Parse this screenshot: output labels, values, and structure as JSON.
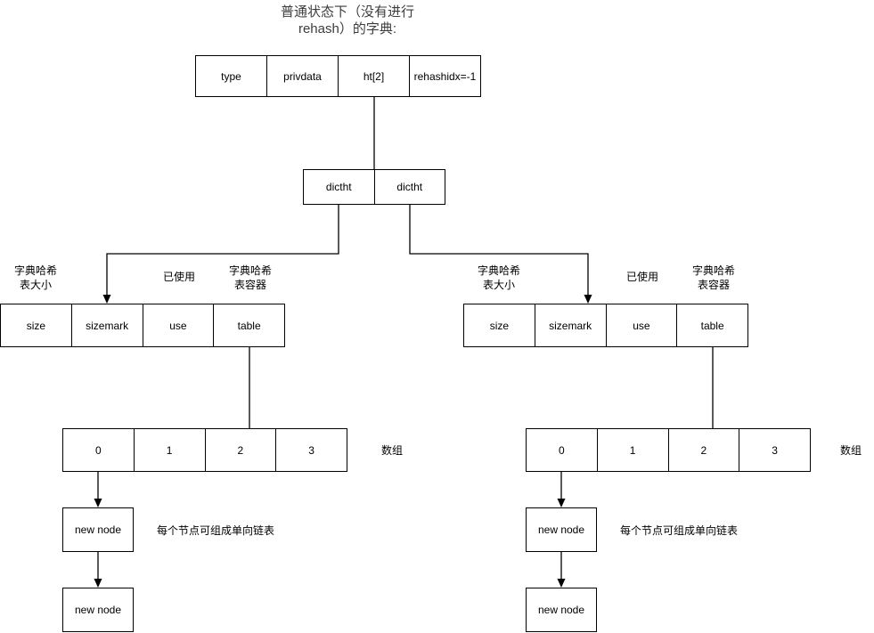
{
  "colors": {
    "background": "#ffffff",
    "line": "#000000",
    "text": "#000000",
    "title_text": "#3c3c3c"
  },
  "title": "普通状态下（没有进行\nrehash）的字典:",
  "dict_struct": {
    "cells": [
      "type",
      "privdata",
      "ht[2]",
      "rehashidx=-1"
    ]
  },
  "dictht_struct": {
    "cells": [
      "dictht",
      "dictht"
    ]
  },
  "left": {
    "labels": {
      "hash_size": "字典哈希\n表大小",
      "used": "已使用",
      "hash_container": "字典哈希\n表容器"
    },
    "hashtable": {
      "cells": [
        "size",
        "sizemark",
        "use",
        "table"
      ]
    },
    "array": {
      "cells": [
        "0",
        "1",
        "2",
        "3"
      ],
      "label": "数组"
    },
    "nodes": [
      "new node",
      "new node"
    ],
    "note": "每个节点可组成单向链表"
  },
  "right": {
    "labels": {
      "hash_size": "字典哈希\n表大小",
      "used": "已使用",
      "hash_container": "字典哈希\n表容器"
    },
    "hashtable": {
      "cells": [
        "size",
        "sizemark",
        "use",
        "table"
      ]
    },
    "array": {
      "cells": [
        "0",
        "1",
        "2",
        "3"
      ],
      "label": "数组"
    },
    "nodes": [
      "new node",
      "new node"
    ],
    "note": "每个节点可组成单向链表"
  }
}
